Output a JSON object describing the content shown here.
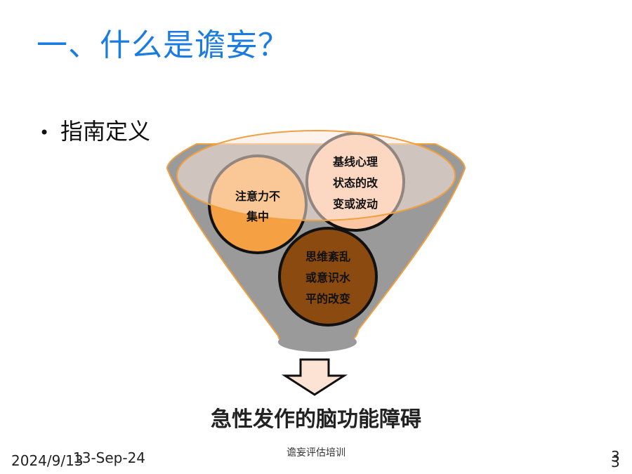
{
  "slide": {
    "title": "一、什么是谵妄？",
    "bullet": "指南定义",
    "bullet_symbol": "•",
    "circles": [
      {
        "lines": [
          "注意力不",
          "集中"
        ],
        "color": "#f5a043"
      },
      {
        "lines": [
          "基线心理",
          "状态的改",
          "变或波动"
        ],
        "color": "#fbc6a4"
      },
      {
        "lines": [
          "思维紊乱",
          "或意识水",
          "平的改变"
        ],
        "color": "#8a4a10"
      }
    ],
    "result": "急性发作的脑功能障碍"
  },
  "footer": {
    "date_numeric": "2024/9/13",
    "date_text": "13-Sep-24",
    "center_text": "谵妄评估培训",
    "page_number_a": "3",
    "page_number_b": "3"
  },
  "colors": {
    "title": "#1a7be0",
    "funnel_rim": "#fde7dc",
    "funnel_body": "#9a9a9a",
    "funnel_outline": "#f0a040",
    "arrow_fill": "#fde3d3"
  }
}
